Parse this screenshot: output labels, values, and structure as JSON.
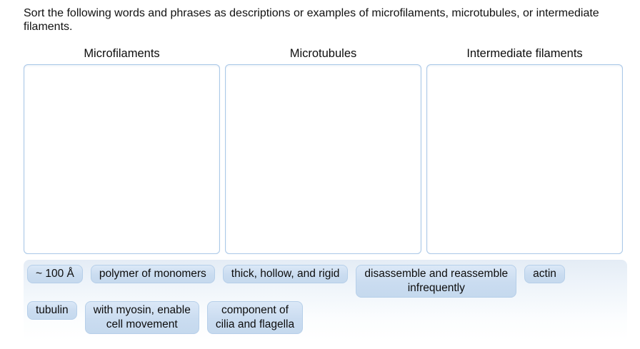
{
  "instructions": "Sort the following words and phrases as descriptions or examples of microfilaments, microtubules, or intermediate filaments.",
  "columns": [
    {
      "label": "Microfilaments",
      "items": []
    },
    {
      "label": "Microtubules",
      "items": []
    },
    {
      "label": "Intermediate filaments",
      "items": []
    }
  ],
  "bank": {
    "rows": [
      {
        "chips": [
          "~ 100 Å",
          "polymer of monomers",
          "thick, hollow, and rigid",
          "disassemble and reassemble\ninfrequently",
          "actin"
        ]
      },
      {
        "chips": [
          "tubulin",
          "with myosin, enable\ncell movement",
          "component of\ncilia and flagella"
        ]
      }
    ]
  },
  "colors": {
    "chip_fill": "#cadcf0",
    "chip_border": "#b6cfe9",
    "box_border": "#aac8e8",
    "bank_top": "#e4ecf5",
    "text": "#111111"
  }
}
